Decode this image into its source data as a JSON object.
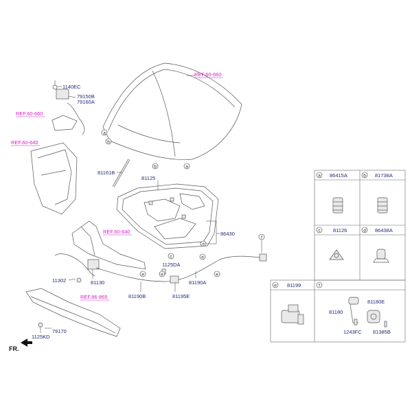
{
  "labels": {
    "p1140EC": "1140EC",
    "p79150B": "79150B",
    "p79160A": "79160A",
    "p81161B": "81161B",
    "p81125": "81125",
    "p86430": "86430",
    "p1125DA": "1125DA",
    "p11302": "11302",
    "p81130": "81130",
    "p81190B": "81190B",
    "p81195E": "81195E",
    "p81190A": "81190A",
    "p79170": "79170",
    "p1125KD": "1125KD"
  },
  "refs": {
    "r1": "REF.60-660",
    "r2": "REF.60-660",
    "r3": "REF.60-640",
    "r4": "REF.60-640",
    "r5": "REF.86-865"
  },
  "callouts": {
    "a": "a",
    "b": "b",
    "c": "c",
    "d": "d",
    "e": "e",
    "f": "f"
  },
  "table": {
    "cells": [
      {
        "letter": "a",
        "part": "86415A"
      },
      {
        "letter": "b",
        "part": "81738A"
      },
      {
        "letter": "c",
        "part": "81126"
      },
      {
        "letter": "d",
        "part": "86438A"
      }
    ],
    "e_letter": "e",
    "e_part": "81199",
    "f_letter": "f",
    "f_parts": {
      "p81180E": "81180E",
      "p81180": "81180",
      "p1243FC": "1243FC",
      "p81385B": "81385B"
    }
  },
  "direction_label": "FR."
}
